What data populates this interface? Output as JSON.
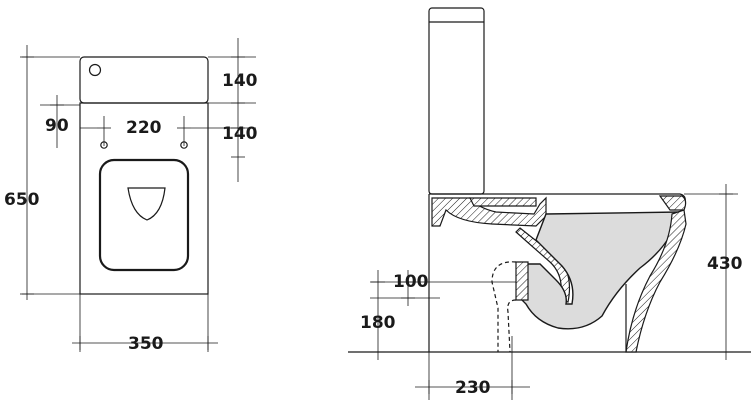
{
  "plan_view": {
    "dims": {
      "overall_height": "650",
      "cistern_depth": "140",
      "hole_offset": "140",
      "hole_spacing": "220",
      "hole_side": "90",
      "width": "350"
    }
  },
  "side_view": {
    "dims": {
      "seat_height": "430",
      "outlet_height_total": "180",
      "outlet_diameter": "100",
      "outlet_distance": "230"
    }
  }
}
